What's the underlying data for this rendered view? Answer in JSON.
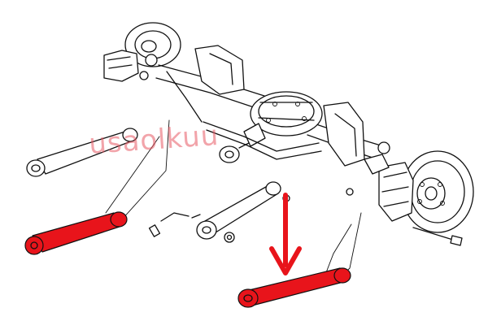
{
  "figure": {
    "watermark": "usaolkuu",
    "highlighted_part_color": "#e8141b",
    "arrow_color": "#e8141b",
    "line_color": "#111111",
    "highlighted_parts": [
      "lower-control-arm-left",
      "lower-control-arm-right"
    ],
    "arrow_icon": "down-arrow-icon"
  }
}
